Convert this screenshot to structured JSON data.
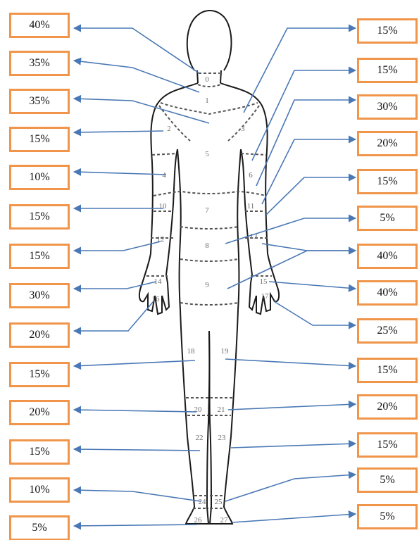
{
  "zone_labels": [
    "0",
    "1",
    "2",
    "3",
    "4",
    "5",
    "6",
    "7",
    "8",
    "9",
    "10",
    "11",
    "12",
    "13",
    "14",
    "15",
    "16",
    "17",
    "18",
    "19",
    "20",
    "21",
    "22",
    "23",
    "24",
    "25",
    "26",
    "27"
  ],
  "left_percentages": [
    "40%",
    "35%",
    "35%",
    "15%",
    "10%",
    "15%",
    "15%",
    "30%",
    "20%",
    "15%",
    "20%",
    "15%",
    "10%",
    "5%"
  ],
  "right_percentages": [
    "15%",
    "15%",
    "30%",
    "20%",
    "15%",
    "5%",
    "40%",
    "40%",
    "25%",
    "15%",
    "20%",
    "15%",
    "5%",
    "5%"
  ],
  "colors": {
    "box_border": "#f0954a",
    "arrow": "#4a78b5",
    "body_outline": "#1a1a1a",
    "zone_divider": "#555555"
  }
}
